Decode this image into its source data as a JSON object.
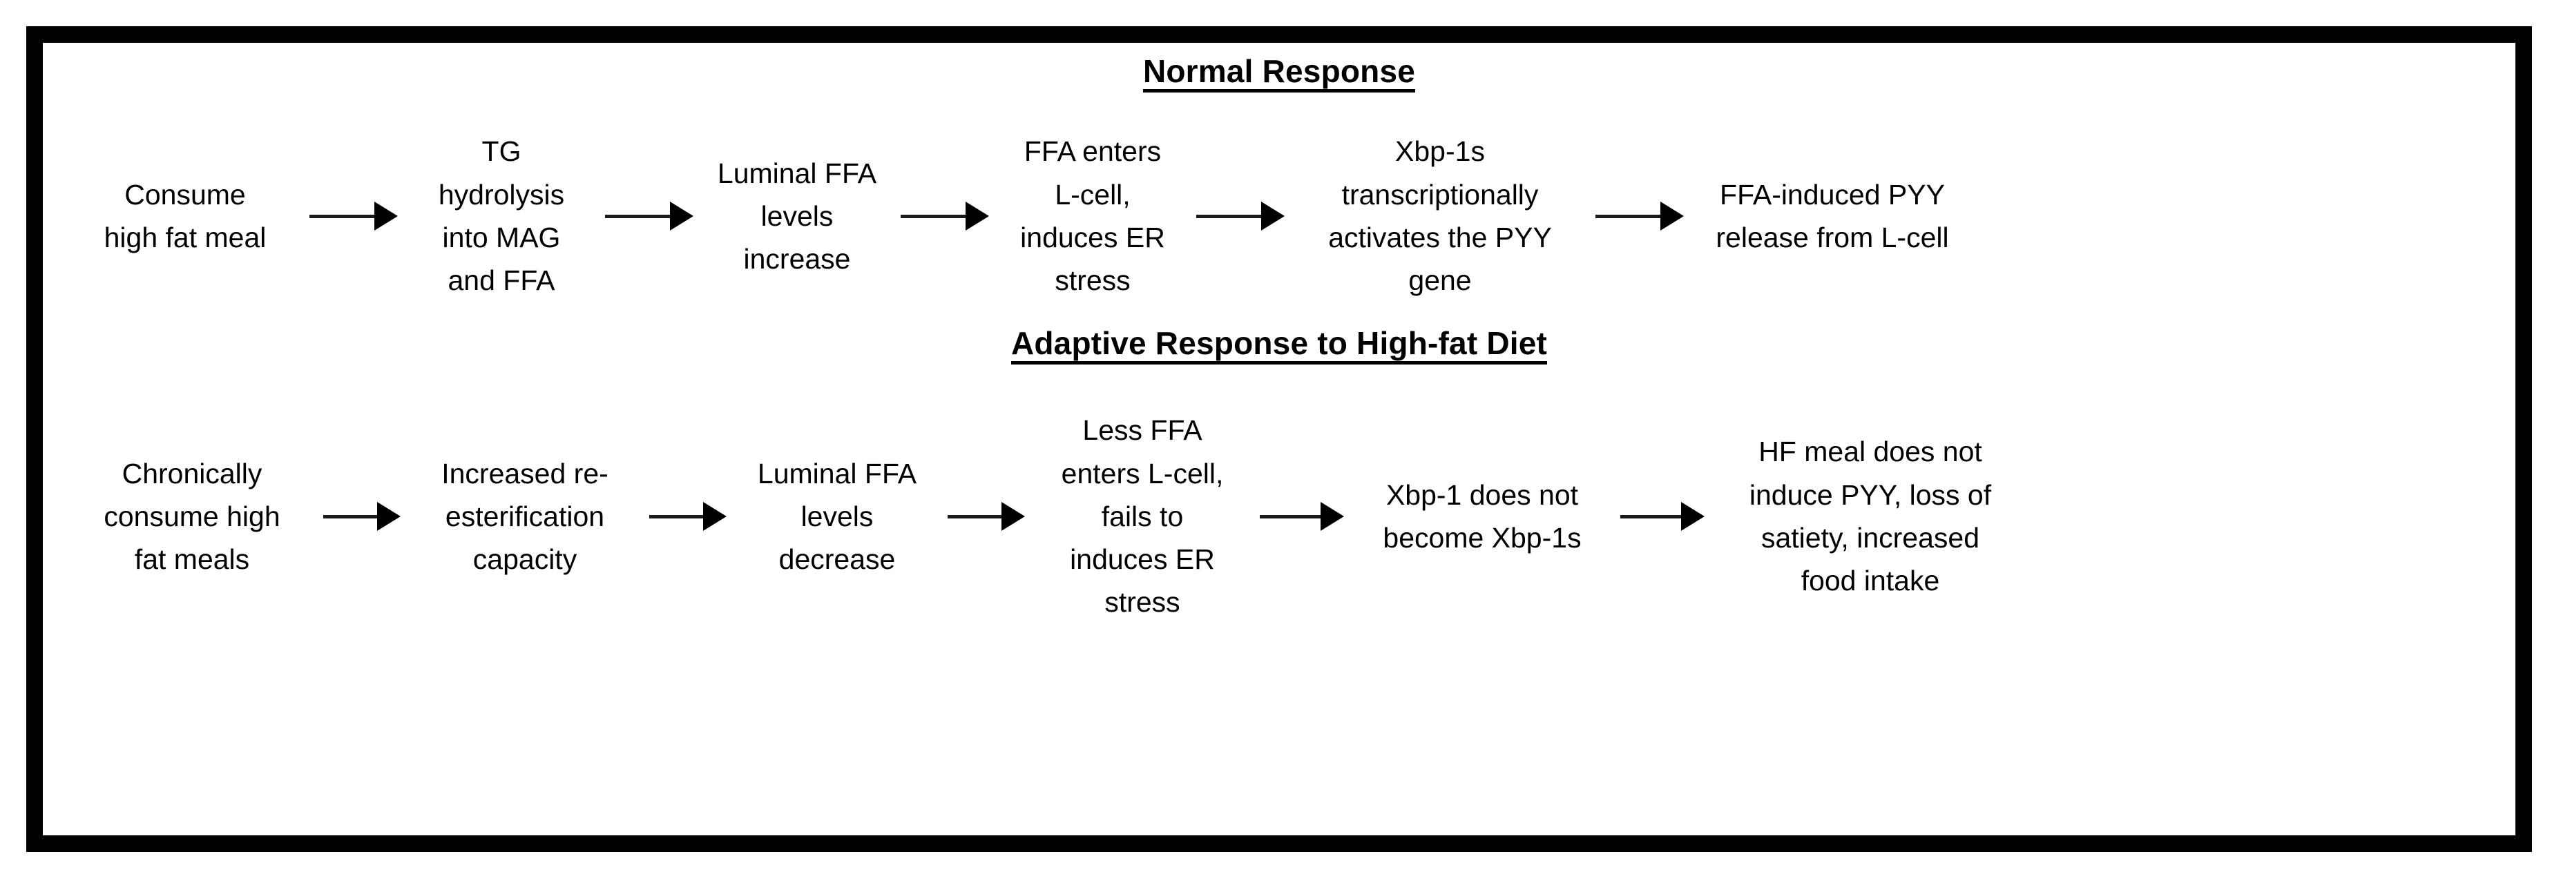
{
  "figure": {
    "border_color": "#000000",
    "background_color": "#ffffff",
    "text_color": "#000000",
    "arrow_color": "#000000"
  },
  "sections": [
    {
      "id": "normal-response",
      "title": "Normal Response",
      "steps": [
        "Consume\nhigh fat meal",
        "TG\nhydrolysis\ninto MAG\nand FFA",
        "Luminal FFA\nlevels\nincrease",
        "FFA enters\nL-cell,\ninduces ER\nstress",
        "Xbp-1s\ntranscriptionally\nactivates the PYY\ngene",
        "FFA-induced PYY\nrelease from L-cell"
      ],
      "connectors": [
        "arrow-right",
        "arrow-right",
        "arrow-right",
        "arrow-right",
        "arrow-right"
      ]
    },
    {
      "id": "adaptive-response",
      "title": "Adaptive Response to High-fat Diet",
      "steps": [
        "Chronically\nconsume high\nfat meals",
        "Increased re-\nesterification\ncapacity",
        "Luminal FFA\nlevels\ndecrease",
        "Less FFA\nenters L-cell,\nfails to\ninduces ER\nstress",
        "Xbp-1 does not\nbecome Xbp-1s",
        "HF meal does not\ninduce PYY, loss of\nsatiety, increased\nfood intake"
      ],
      "connectors": [
        "arrow-right",
        "arrow-right",
        "arrow-right",
        "arrow-right",
        "arrow-right"
      ]
    }
  ]
}
